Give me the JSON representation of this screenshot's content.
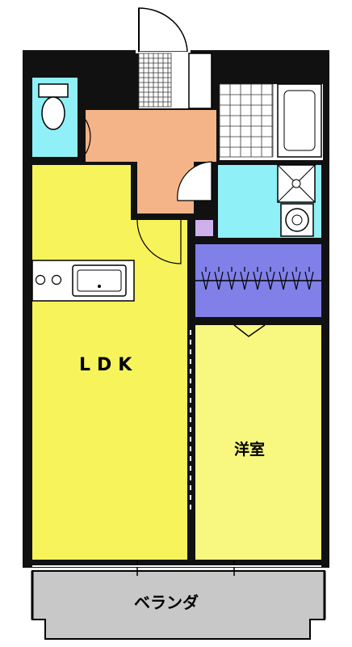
{
  "rooms": {
    "ldk": {
      "label": "LDK"
    },
    "western": {
      "label": "洋室"
    },
    "veranda": {
      "label": "ベランダ"
    }
  },
  "colors": {
    "wall": "#111111",
    "ldk": "#f7f35a",
    "western": "#f8f880",
    "entrance": "#f4b487",
    "wet": "#8ff0f8",
    "closet": "#8080e8",
    "veranda": "#c8c8c8",
    "storage": "#d0b0ec"
  }
}
